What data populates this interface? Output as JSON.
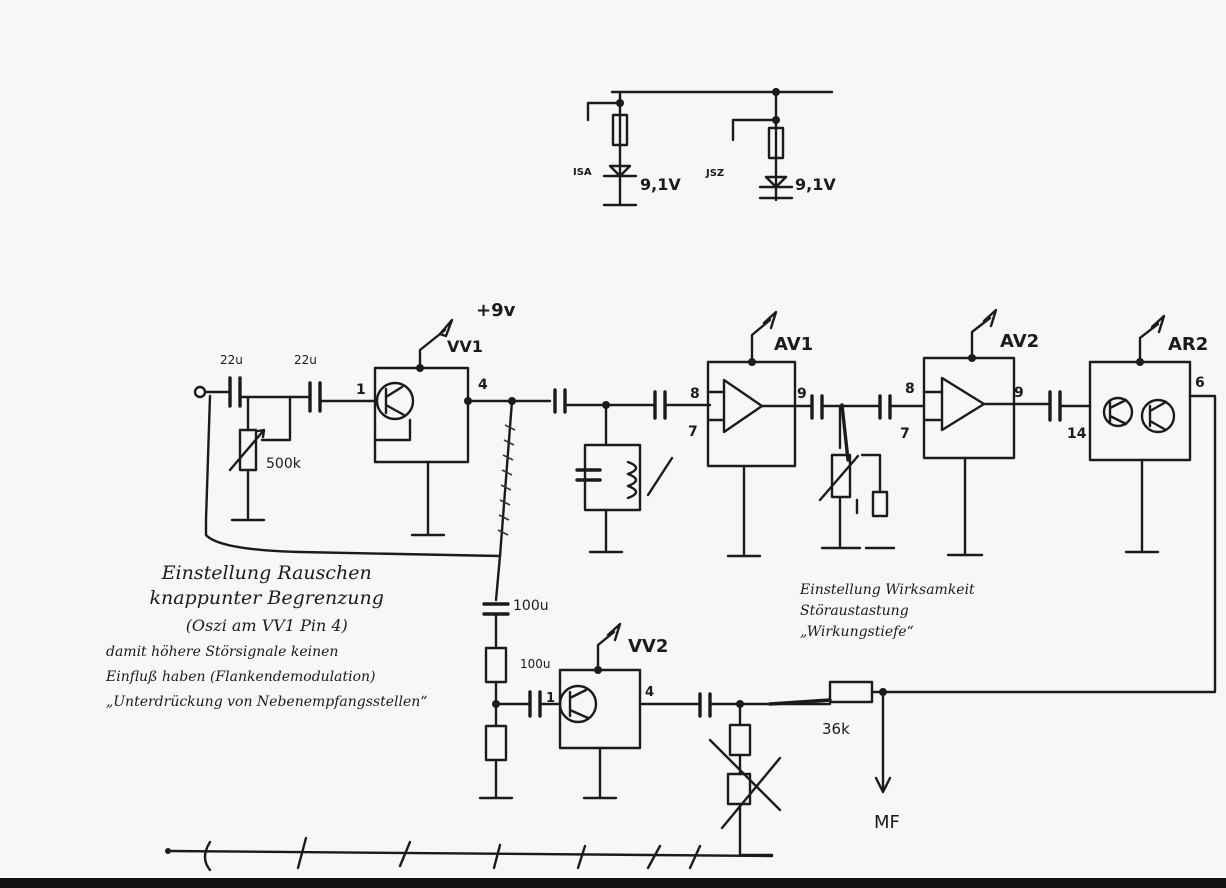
{
  "labels": {
    "supply": "+9v",
    "vv1": "VV1",
    "vv2": "VV2",
    "av1": "AV1",
    "av2": "AV2",
    "ar2": "AR2",
    "c1": "22u",
    "c2": "22u",
    "pot_500k": "500k",
    "c_100u_a": "100u",
    "c_100u_b": "100u",
    "r_36k": "36k",
    "zener_left_ref": "ISA",
    "zener_right_ref": "JSZ",
    "zener_left_v": "9,1V",
    "zener_right_v": "9,1V",
    "mf": "MF",
    "pins": {
      "vv1_in": "1",
      "vv1_out": "4",
      "av1_in_a": "8",
      "av1_in_b": "7",
      "av1_out": "9",
      "av2_in_a": "8",
      "av2_in_b": "7",
      "av2_out": "9",
      "ar2_in": "14",
      "ar2_out": "6",
      "vv2_in": "1",
      "vv2_out": "4"
    }
  },
  "notes": {
    "rauschen": [
      "Einstellung Rauschen",
      "knappunter Begrenzung",
      "(Oszi am VV1 Pin 4)",
      "damit höhere Störsignale keinen",
      "Einfluß haben (Flankendemodulation)",
      "„Unterdrückung von Nebenempfangsstellen“"
    ],
    "wirksamkeit": [
      "Einstellung Wirksamkeit",
      "Störaustastung",
      "„Wirkungstiefe“"
    ]
  }
}
